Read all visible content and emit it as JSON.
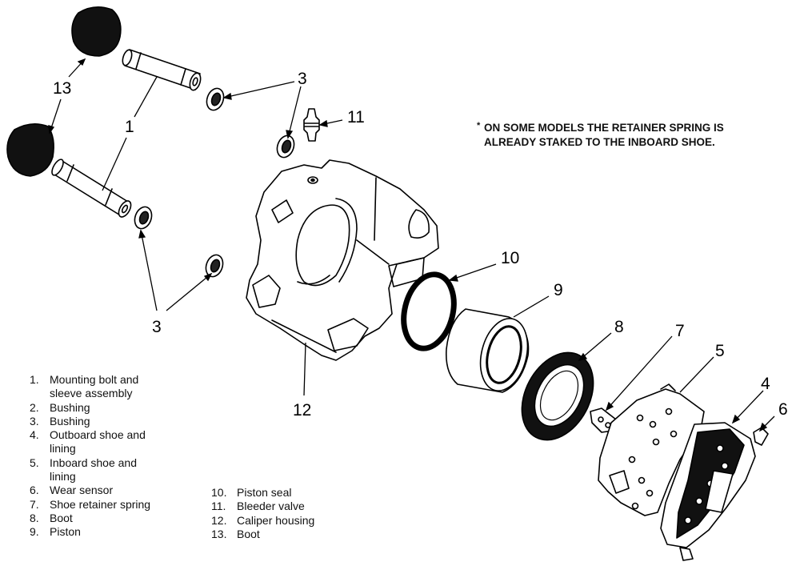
{
  "diagram": {
    "note": {
      "marker": "*",
      "line1": "ON SOME MODELS THE RETAINER SPRING IS",
      "line2": "ALREADY STAKED TO THE INBOARD SHOE."
    },
    "callouts": {
      "c1": "1",
      "c3a": "3",
      "c3b": "3",
      "c4": "4",
      "c5": "5",
      "c6": "6",
      "c7": "7",
      "c8": "8",
      "c9": "9",
      "c10": "10",
      "c11": "11",
      "c12": "12",
      "c13": "13"
    },
    "legend_left": [
      {
        "num": "1.",
        "label": "Mounting bolt and",
        "cont": "sleeve assembly"
      },
      {
        "num": "2.",
        "label": "Bushing"
      },
      {
        "num": "3.",
        "label": "Bushing"
      },
      {
        "num": "4.",
        "label": "Outboard shoe and",
        "cont": "lining"
      },
      {
        "num": "5.",
        "label": "Inboard shoe and",
        "cont": "lining"
      },
      {
        "num": "6.",
        "label": "Wear sensor"
      },
      {
        "num": "7.",
        "label": "Shoe retainer spring"
      },
      {
        "num": "8.",
        "label": "Boot"
      },
      {
        "num": "9.",
        "label": "Piston"
      }
    ],
    "legend_right": [
      {
        "num": "10.",
        "label": "Piston seal"
      },
      {
        "num": "11.",
        "label": "Bleeder valve"
      },
      {
        "num": "12.",
        "label": "Caliper housing"
      },
      {
        "num": "13.",
        "label": "Boot"
      }
    ]
  }
}
